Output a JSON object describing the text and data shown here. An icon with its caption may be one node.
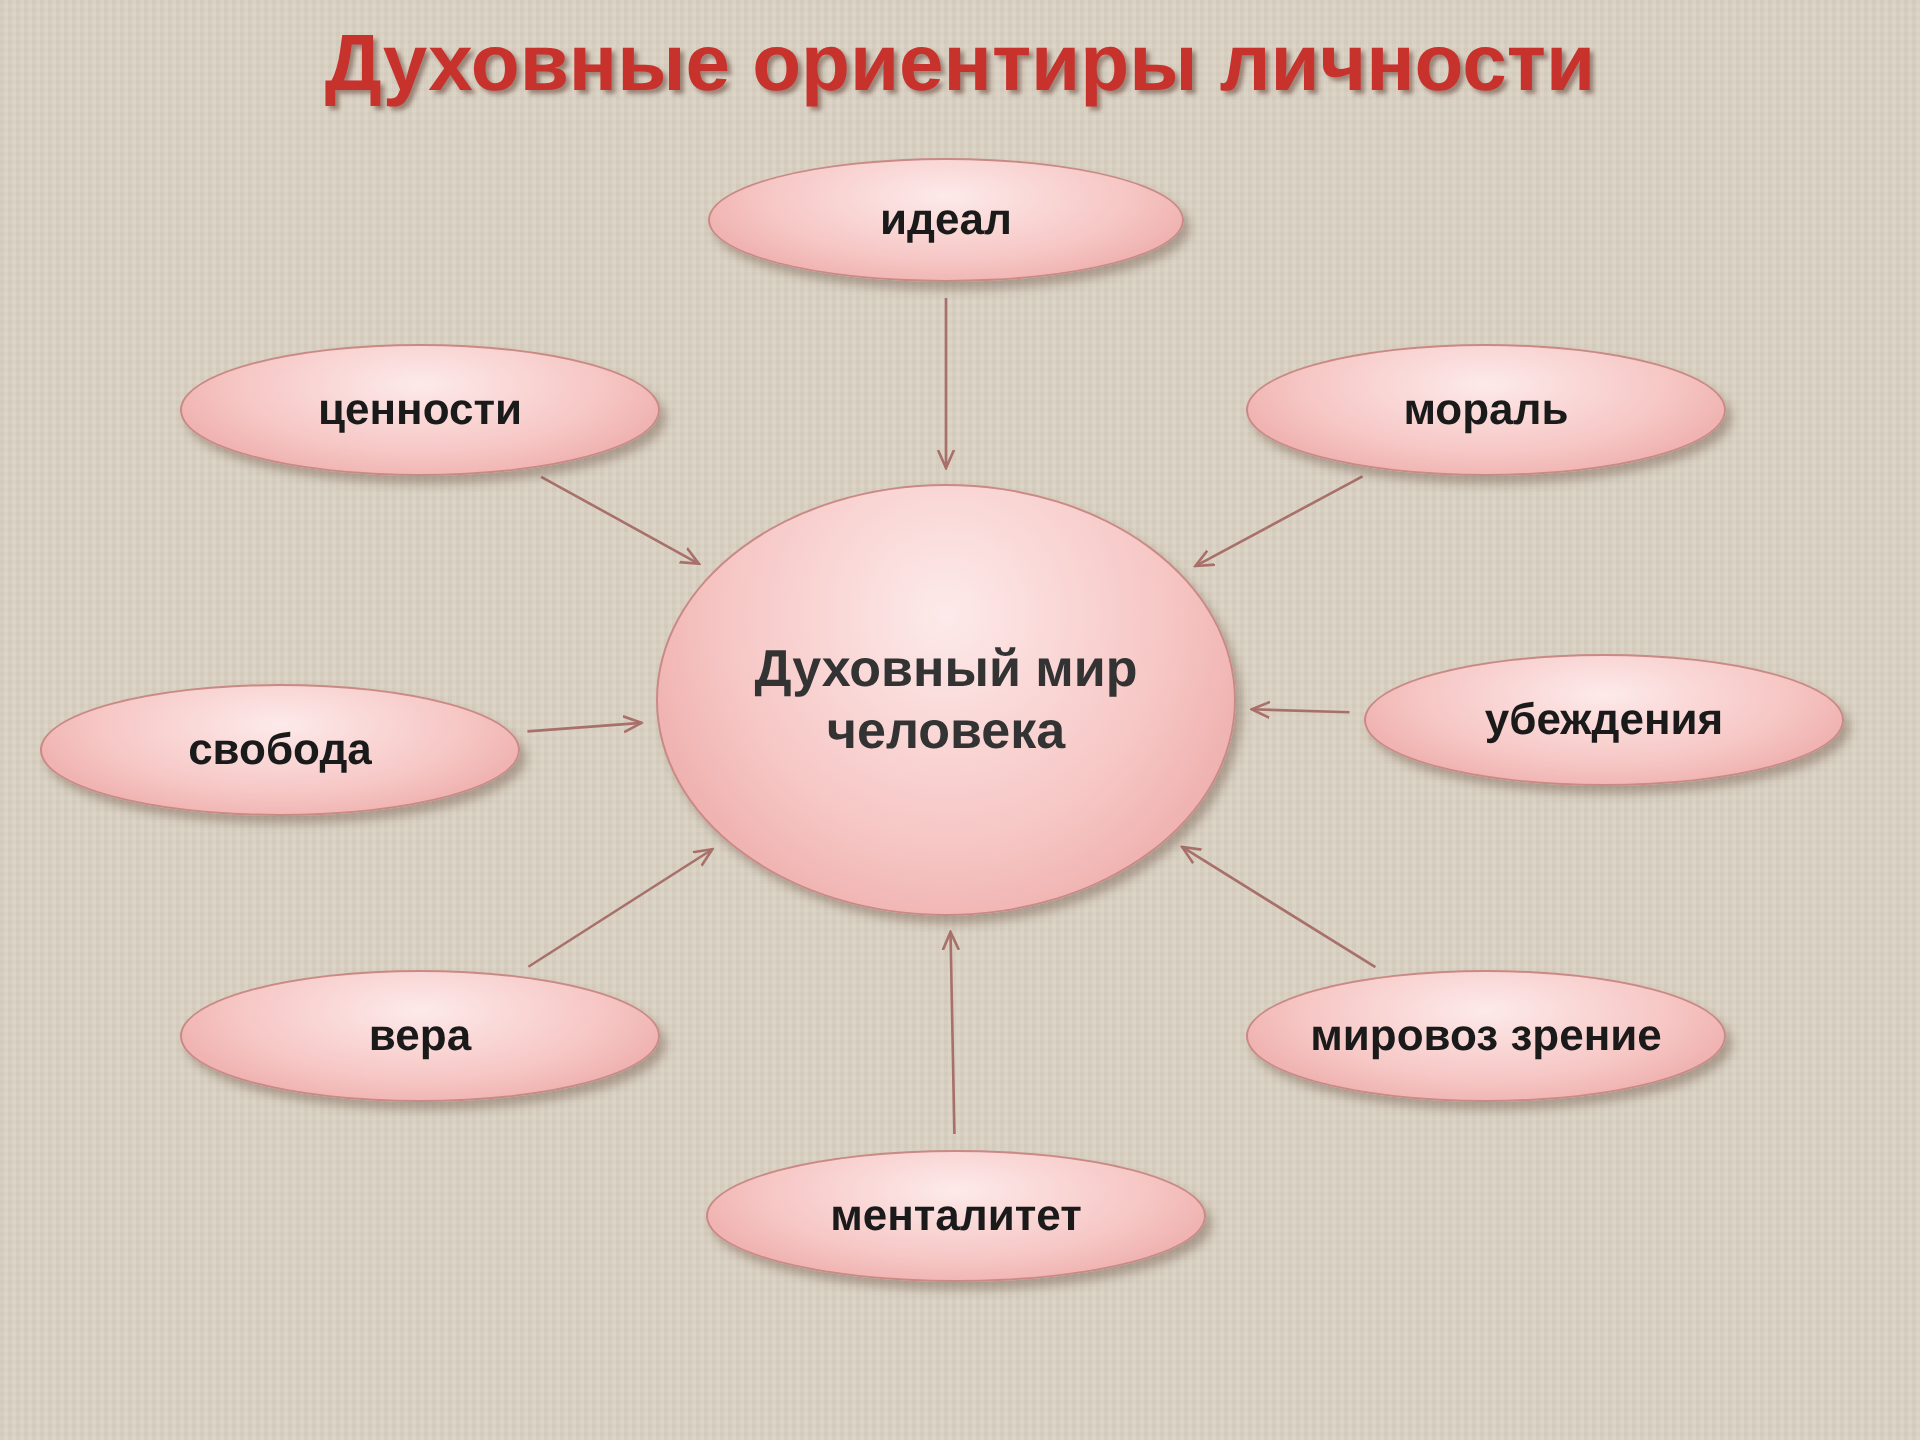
{
  "diagram": {
    "title": "Духовные ориентиры личности",
    "nodes": [
      {
        "text": [
          "идеал"
        ]
      },
      {
        "text": [
          "ценности"
        ]
      },
      {
        "text": [
          "мораль"
        ]
      },
      {
        "text": [
          "Духовный мир человека"
        ]
      },
      {
        "text": [
          "свобода"
        ]
      },
      {
        "text": [
          "убеждения"
        ]
      },
      {
        "text": [
          "вера"
        ]
      },
      {
        "text": [
          "мировоз зрение"
        ]
      },
      {
        "text": [
          "менталитет"
        ]
      }
    ],
    "edges": [
      {
        "from": 0,
        "to": 3,
        "arrow": "to"
      },
      {
        "from": 1,
        "to": 3,
        "arrow": "to"
      },
      {
        "from": 2,
        "to": 3,
        "arrow": "to"
      },
      {
        "from": 4,
        "to": 3,
        "arrow": "to"
      },
      {
        "from": 5,
        "to": 3,
        "arrow": "to"
      },
      {
        "from": 6,
        "to": 3,
        "arrow": "to"
      },
      {
        "from": 7,
        "to": 3,
        "arrow": "to"
      },
      {
        "from": 8,
        "to": 3,
        "arrow": "to"
      }
    ]
  }
}
